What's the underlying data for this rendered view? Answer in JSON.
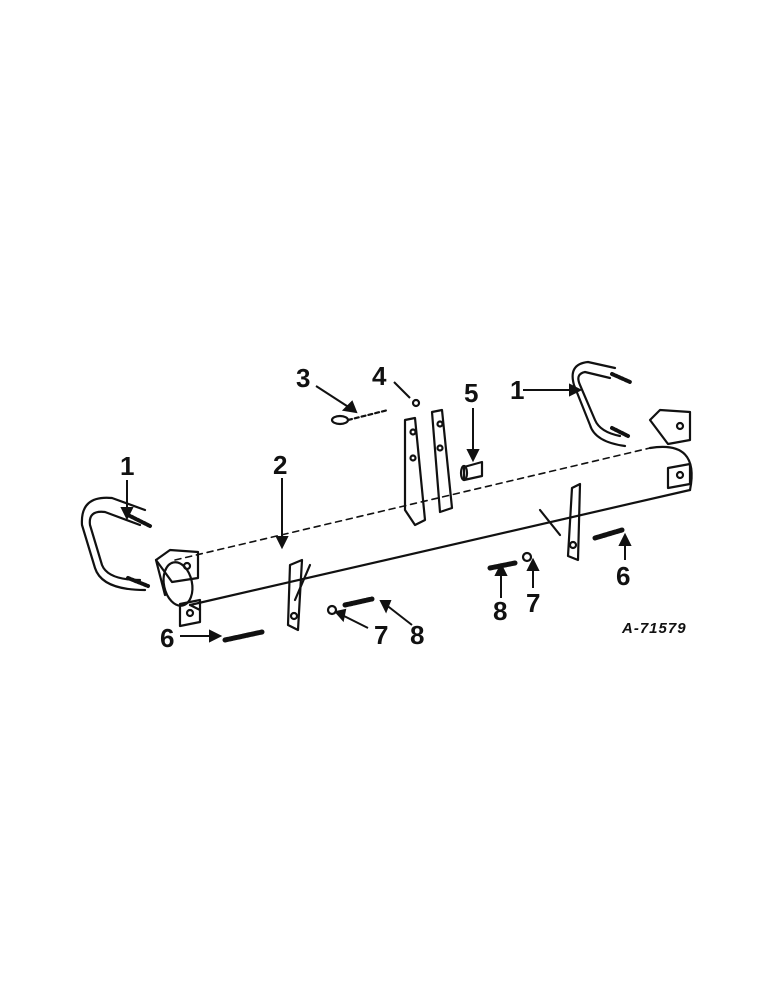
{
  "diagram": {
    "reference_number": "A-71579",
    "callouts": [
      {
        "id": "c1a",
        "label": "1",
        "part": "U-bolt (left)"
      },
      {
        "id": "c1b",
        "label": "1",
        "part": "U-bolt (right)"
      },
      {
        "id": "c2",
        "label": "2",
        "part": "Tool bar"
      },
      {
        "id": "c3",
        "label": "3",
        "part": "Pin"
      },
      {
        "id": "c4",
        "label": "4",
        "part": "Cotter pin"
      },
      {
        "id": "c5",
        "label": "5",
        "part": "Spacer"
      },
      {
        "id": "c6a",
        "label": "6",
        "part": "Bolt (left)"
      },
      {
        "id": "c6b",
        "label": "6",
        "part": "Bolt (right)"
      },
      {
        "id": "c7a",
        "label": "7",
        "part": "Nut (center)"
      },
      {
        "id": "c7b",
        "label": "7",
        "part": "Nut (right)"
      },
      {
        "id": "c8a",
        "label": "8",
        "part": "Bolt (center)"
      },
      {
        "id": "c8b",
        "label": "8",
        "part": "Bolt (right)"
      }
    ]
  }
}
